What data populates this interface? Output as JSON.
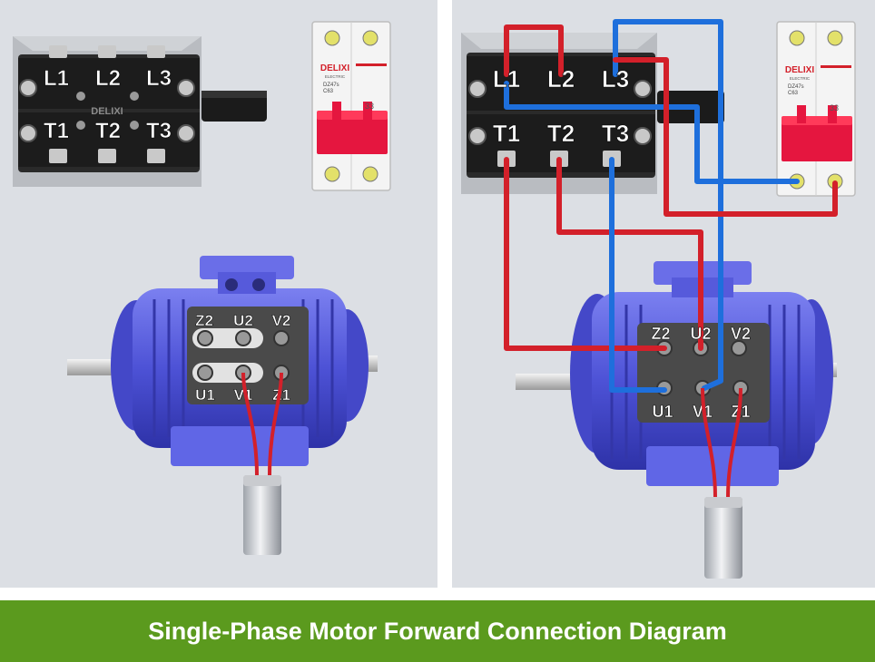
{
  "diagram": {
    "caption": "Single-Phase Motor Forward Connection Diagram",
    "switch_terminals": {
      "top": [
        "L1",
        "L2",
        "L3"
      ],
      "bottom": [
        "T1",
        "T2",
        "T3"
      ],
      "brand_plate": "DELIXI"
    },
    "breaker": {
      "brand": "DELIXI",
      "sub_brand": "ELECTRIC",
      "model": "DZ47s",
      "rating": "C63",
      "small_number": "33"
    },
    "motor_terminals": {
      "top": [
        "Z2",
        "U2",
        "V2"
      ],
      "bottom": [
        "U1",
        "V1",
        "Z1"
      ]
    },
    "colors": {
      "live_wire": "#d3202a",
      "neutral_wire": "#1e6fdc",
      "motor_body": "#5a5ee0",
      "caption_bar": "#5b9a1e"
    }
  }
}
